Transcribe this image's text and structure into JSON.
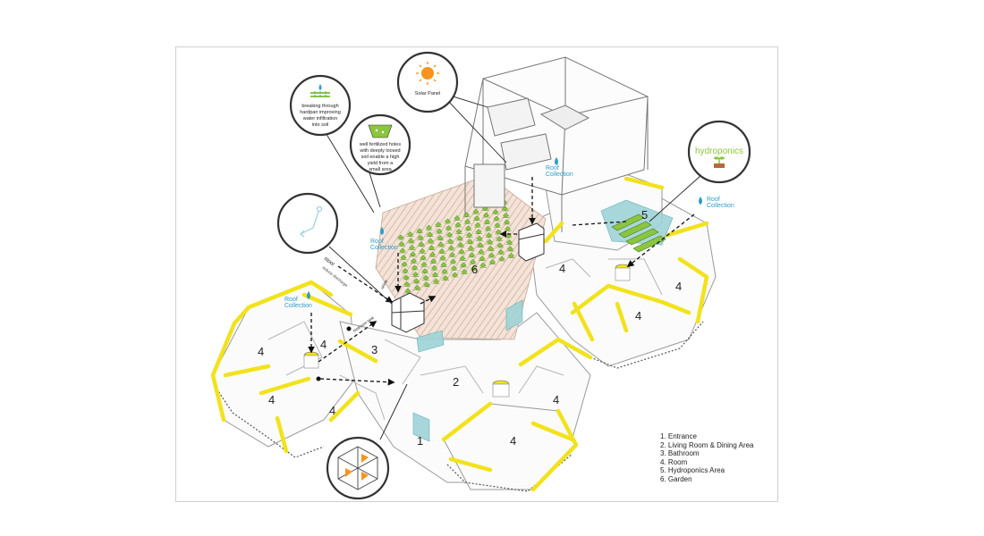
{
  "callouts": {
    "solar": "Solar Panel",
    "hydroponics": "hydroponics",
    "hardpan": [
      "breaking through",
      "hardpan improving",
      "water infiltration",
      "into soil"
    ],
    "fertilized": [
      "well fertilized holes",
      "with deeply loosed",
      "soil enable a high",
      "yield from a",
      "small area"
    ]
  },
  "roof_collection": [
    "Roof",
    "Collection"
  ],
  "flow_labels": {
    "stool": "stool",
    "urine": "urine",
    "reduce": "reduce discharge",
    "restroom": "restroom tank"
  },
  "room_numbers": {
    "entrance": "1",
    "living": "2",
    "bathroom": "3",
    "room": "4",
    "hydro": "5",
    "garden": "6"
  },
  "legend": [
    "1. Entrance",
    "2. Living Room & Dining Area",
    "3. Bathroom",
    "4. Room",
    "5. Hydroponics Area",
    "6. Garden"
  ],
  "colors": {
    "wall_highlight": "#f2e21c",
    "water": "#2f9ec4",
    "plant": "#8cc63f",
    "sun": "#f7941d",
    "glass": "#9fd4d8",
    "garden_soil": "#ecd8cc"
  }
}
